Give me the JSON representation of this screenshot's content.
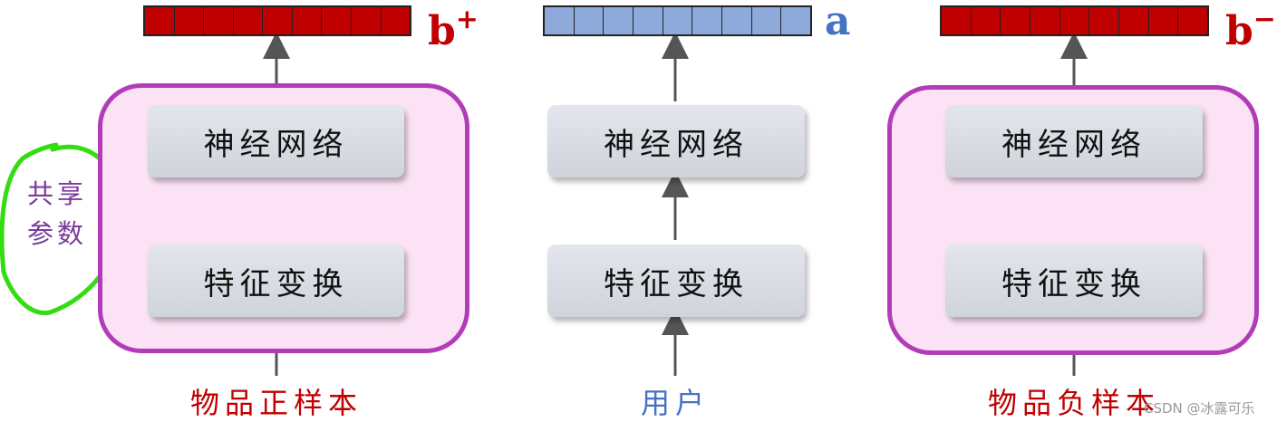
{
  "colors": {
    "item_vector": "#c00000",
    "user_vector": "#8eaadb",
    "item_caption": "#c00000",
    "user_caption": "#4472c4",
    "group_border": "#b23cb8",
    "group_fill": "#fbe2f5",
    "shared_circle": "#33dd11",
    "shared_text": "#7a3c9c",
    "arrow": "#555555"
  },
  "towers": {
    "left": {
      "vector_label": "b",
      "vector_sup": "+",
      "top_block": "神经网络",
      "bottom_block": "特征变换",
      "caption": "物品正样本"
    },
    "middle": {
      "vector_label": "a",
      "top_block": "神经网络",
      "bottom_block": "特征变换",
      "caption": "用户"
    },
    "right": {
      "vector_label": "b",
      "vector_sup": "−",
      "top_block": "神经网络",
      "bottom_block": "特征变换",
      "caption": "物品负样本"
    }
  },
  "shared_params": {
    "line1": "共享",
    "line2": "参数"
  },
  "watermark": "CSDN @冰露可乐"
}
